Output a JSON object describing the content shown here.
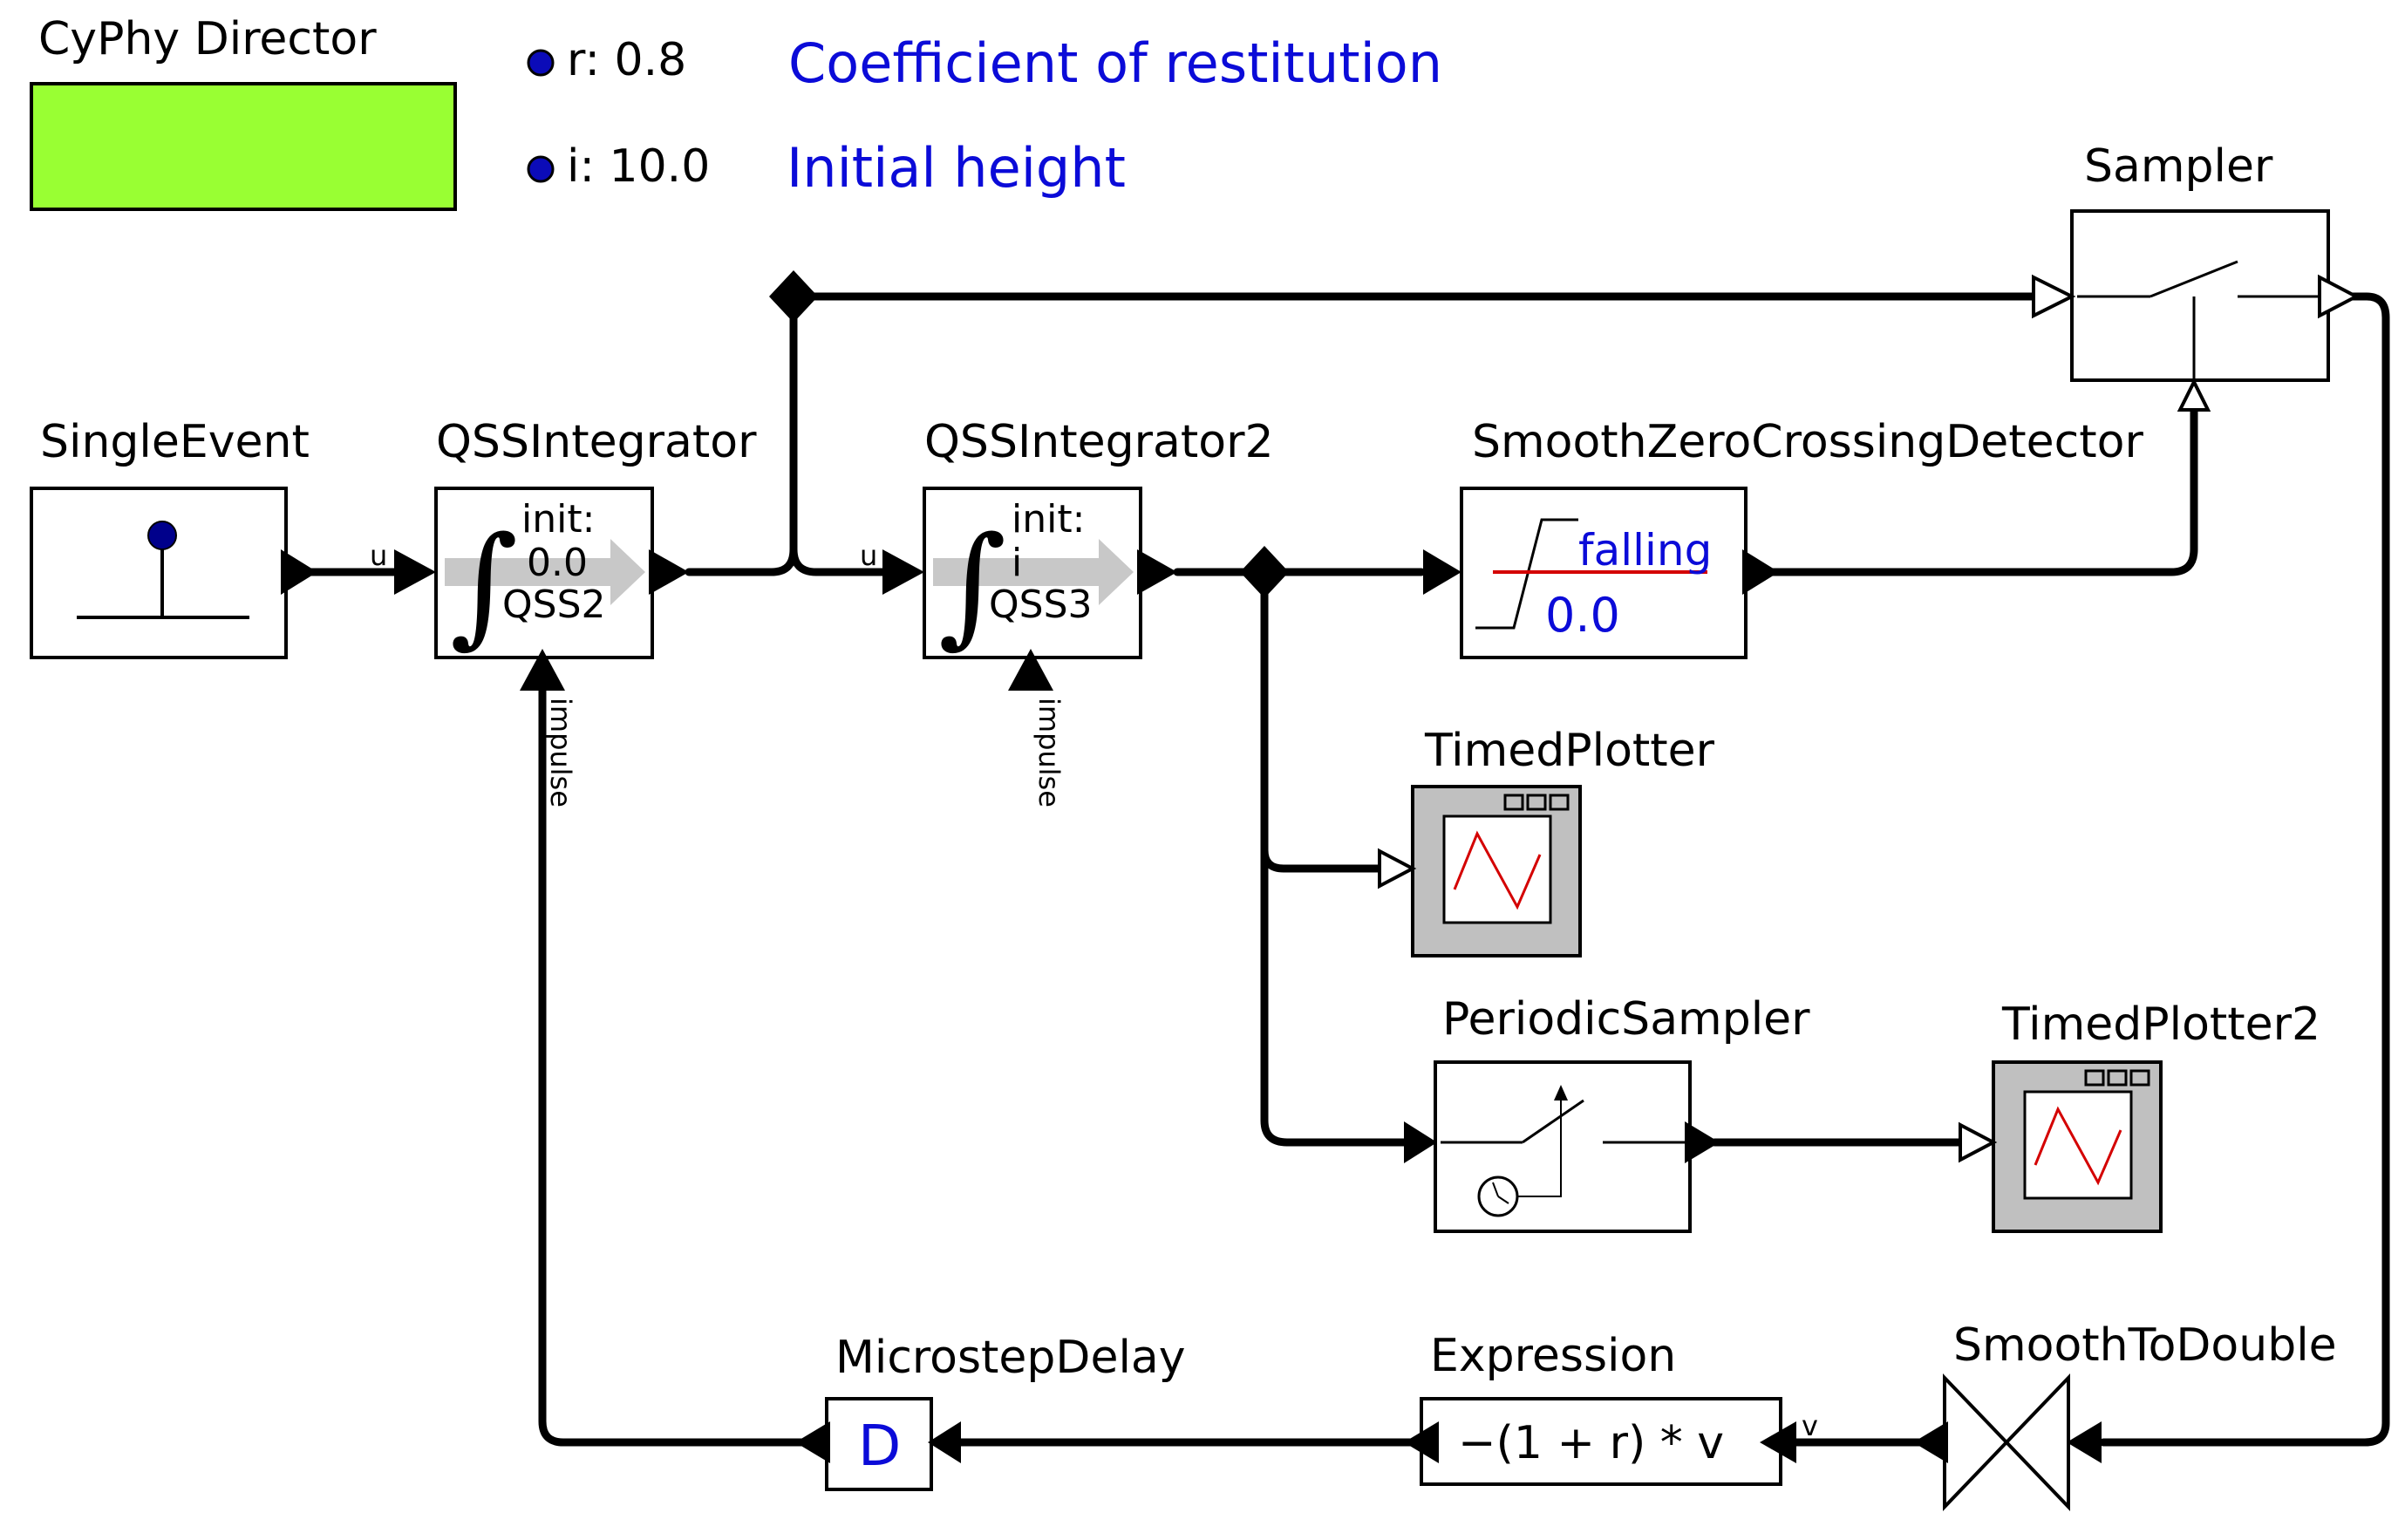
{
  "director": {
    "label": "CyPhy Director",
    "color": "#99ff33"
  },
  "parameters": [
    {
      "text": "r: 0.8",
      "annotation": "Coefficient of restitution"
    },
    {
      "text": "i: 10.0",
      "annotation": "Initial height"
    }
  ],
  "actors": {
    "single_event": {
      "label": "SingleEvent"
    },
    "qss1": {
      "label": "QSSIntegrator",
      "line1": "init:",
      "line2": "0.0",
      "line3": "QSS2",
      "port_u": "u",
      "port_impulse": "impulse"
    },
    "qss2": {
      "label": "QSSIntegrator2",
      "line1": "init:",
      "line2": "i",
      "line3": "QSS3",
      "port_u": "u",
      "port_impulse": "impulse"
    },
    "sampler": {
      "label": "Sampler"
    },
    "zero_crossing": {
      "label": "SmoothZeroCrossingDetector",
      "line1": "falling",
      "line2": "0.0"
    },
    "plotter1": {
      "label": "TimedPlotter"
    },
    "periodic_sampler": {
      "label": "PeriodicSampler"
    },
    "plotter2": {
      "label": "TimedPlotter2"
    },
    "microstep": {
      "label": "MicrostepDelay",
      "symbol": "D"
    },
    "expression": {
      "label": "Expression",
      "expr": "−(1 + r) * v",
      "port_v": "v"
    },
    "smooth_to_double": {
      "label": "SmoothToDouble"
    }
  },
  "colors": {
    "wire": "#000000",
    "annotation": "#0b0bd8",
    "plot_line": "#d40000",
    "plotter_bg": "#c0c0c0",
    "integrator_arrow": "#c8c8c8",
    "stem_dot": "#00008b"
  }
}
